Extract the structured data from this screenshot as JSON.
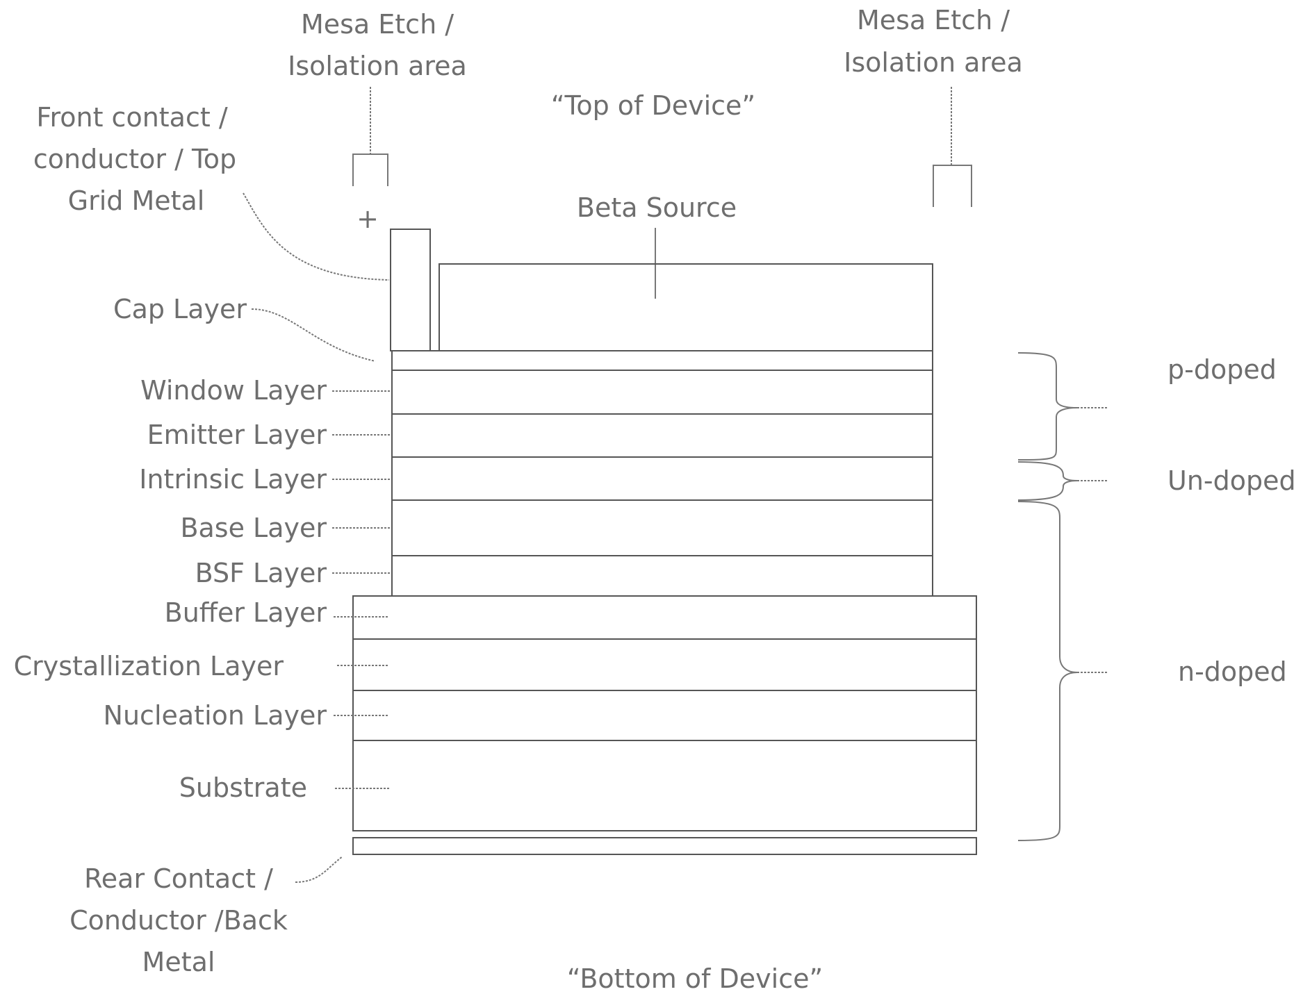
{
  "orientation": {
    "top": "“Top of Device”",
    "bottom": "“Bottom of Device”"
  },
  "mesa_left": {
    "line1": "Mesa Etch /",
    "line2": "Isolation area"
  },
  "mesa_right": {
    "line1": "Mesa Etch /",
    "line2": "Isolation area"
  },
  "front_contact": {
    "line1": "Front contact /",
    "line2": "conductor / Top",
    "line3": "Grid Metal",
    "polarity": "+"
  },
  "beta_source": "Beta Source",
  "layers": {
    "cap": "Cap Layer",
    "window": "Window Layer",
    "emitter": "Emitter Layer",
    "intrinsic": "Intrinsic Layer",
    "base": "Base Layer",
    "bsf": "BSF Layer",
    "buffer": "Buffer Layer",
    "crystallization": "Crystallization Layer",
    "nucleation": "Nucleation Layer",
    "substrate": "Substrate"
  },
  "rear_contact": {
    "line1": "Rear Contact /",
    "line2": "Conductor /Back",
    "line3": "Metal"
  },
  "doping": {
    "p": "p-doped",
    "un": "Un-doped",
    "n": "n-doped"
  }
}
